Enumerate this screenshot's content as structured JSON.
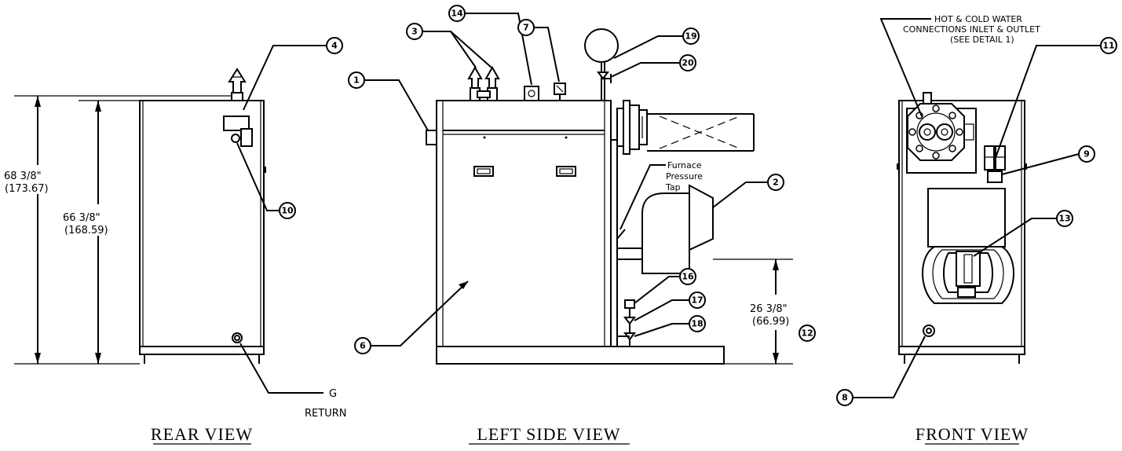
{
  "views": {
    "rear": {
      "title": "REAR VIEW"
    },
    "left_side": {
      "title": "LEFT SIDE VIEW"
    },
    "front": {
      "title": "FRONT VIEW"
    }
  },
  "dimensions": {
    "overall_height": {
      "imperial": "68 3/8\"",
      "metric": "(173.67)"
    },
    "body_height": {
      "imperial": "66 3/8\"",
      "metric": "(168.59)"
    },
    "flue_height": {
      "imperial": "26 3/8\"",
      "metric": "(66.99)"
    }
  },
  "notes": {
    "return_line1": "G",
    "return_line2": "RETURN",
    "furnace_line1": "Furnace",
    "furnace_line2": "Pressure",
    "furnace_line3": "Tap",
    "water_line1": "HOT & COLD WATER",
    "water_line2": "CONNECTIONS INLET & OUTLET",
    "water_line3": "(SEE DETAIL 1)"
  },
  "callouts": {
    "c1": "1",
    "c2": "2",
    "c3": "3",
    "c4": "4",
    "c6": "6",
    "c7": "7",
    "c8": "8",
    "c9": "9",
    "c10": "10",
    "c11": "11",
    "c12": "12",
    "c13": "13",
    "c14": "14",
    "c16": "16",
    "c17": "17",
    "c18": "18",
    "c19": "19",
    "c20": "20"
  }
}
